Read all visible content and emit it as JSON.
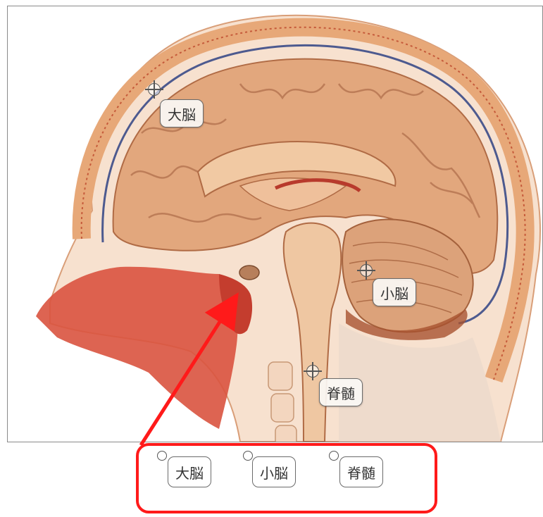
{
  "canvas_labels": [
    {
      "id": "cerebrum",
      "text": "大脳"
    },
    {
      "id": "cerebellum",
      "text": "小脳"
    },
    {
      "id": "spinal",
      "text": "脊髄"
    }
  ],
  "drag_chips": [
    {
      "id": "chip-cerebrum",
      "text": "大脳"
    },
    {
      "id": "chip-cerebellum",
      "text": "小脳"
    },
    {
      "id": "chip-spinal",
      "text": "脊髄"
    }
  ],
  "colors": {
    "annotation_red": "#ff1a1a",
    "brain_fill": "#e2a77d",
    "membrane_blue": "#4d5a8f",
    "nasal_red": "#d9533f",
    "skin": "#f6ddc9"
  }
}
